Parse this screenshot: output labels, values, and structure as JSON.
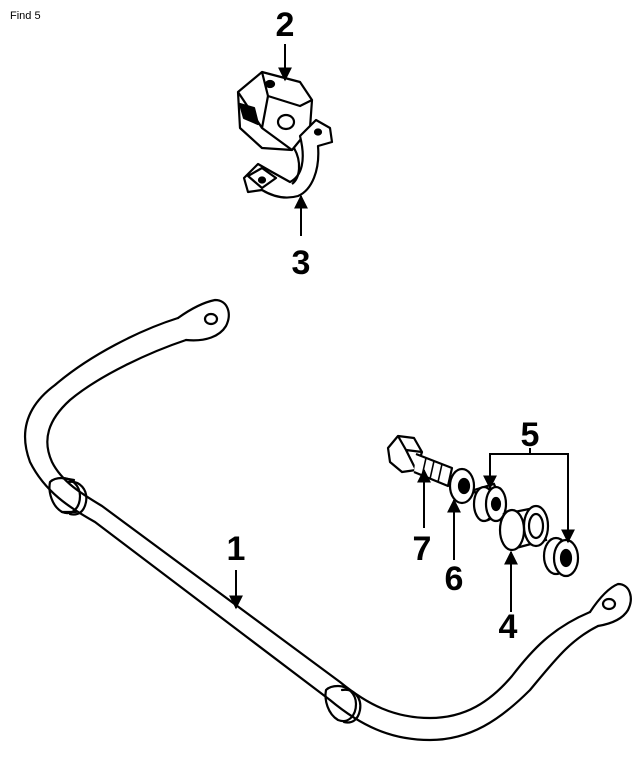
{
  "header": {
    "find_label": "Find 5"
  },
  "callouts": {
    "c1": "1",
    "c2": "2",
    "c3": "3",
    "c4": "4",
    "c5": "5",
    "c6": "6",
    "c7": "7"
  }
}
